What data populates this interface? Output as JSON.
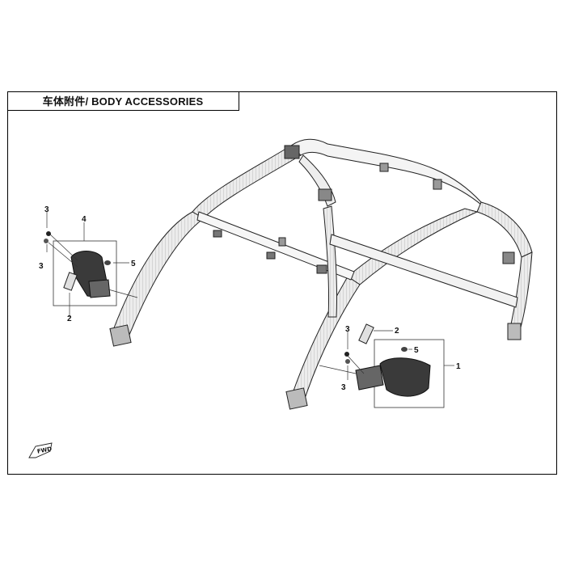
{
  "title": "车体附件/ BODY ACCESSORIES",
  "callouts": {
    "left_3_top": "3",
    "left_3_bottom": "3",
    "left_4": "4",
    "left_5": "5",
    "left_2": "2",
    "right_3_top": "3",
    "right_3_bottom": "3",
    "right_2": "2",
    "right_5": "5",
    "right_1": "1"
  },
  "fwd_label": "FWD",
  "colors": {
    "line": "#222222",
    "tube_fill": "#e6e6e6",
    "part_fill": "#444444"
  }
}
